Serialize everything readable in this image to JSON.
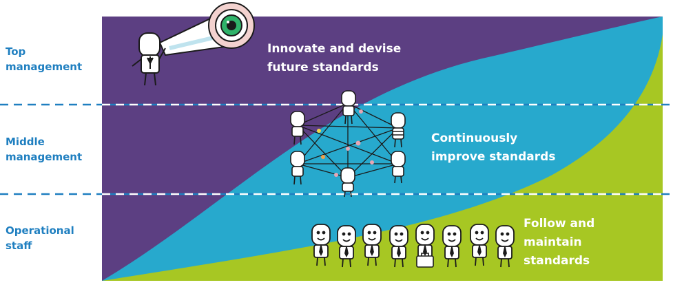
{
  "levels": [
    {
      "label_line1": "Top",
      "label_line2": "management",
      "caption_line1": "Innovate and devise",
      "caption_line2": "future standards",
      "caption_line3": ""
    },
    {
      "label_line1": "Middle",
      "label_line2": "management",
      "caption_line1": "Continuously",
      "caption_line2": "improve standards",
      "caption_line3": ""
    },
    {
      "label_line1": "Operational",
      "label_line2": "staff",
      "caption_line1": "Follow and",
      "caption_line2": "maintain",
      "caption_line3": "standards"
    }
  ],
  "colors": {
    "purple": "#5c3f82",
    "cyan": "#27a9cd",
    "green": "#a7c723",
    "label_blue": "#1f7fc0",
    "divider": "#1f7fc0"
  },
  "icons": {
    "top": "telescope-figure-icon",
    "middle": "network-people-icon",
    "operational": "row-of-people-icon"
  }
}
